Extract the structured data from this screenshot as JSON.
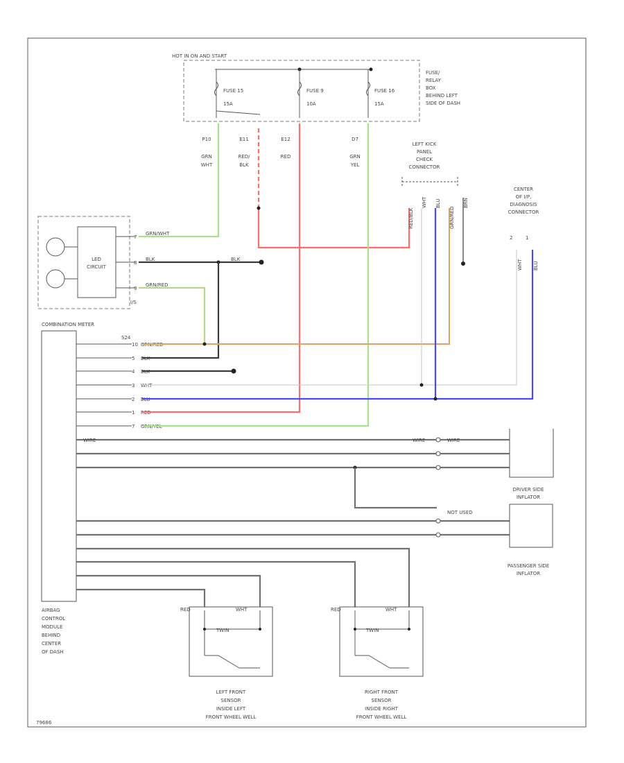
{
  "hot": "HOT IN ON AND START",
  "relay_box": [
    "FUSE/",
    "RELAY",
    "BOX",
    "BEHIND LEFT",
    "SIDE OF DASH"
  ],
  "fuses": [
    {
      "name": "FUSE 15",
      "rating": "15A"
    },
    {
      "name": "FUSE 9",
      "rating": "10A"
    },
    {
      "name": "FUSE 16",
      "rating": "15A"
    }
  ],
  "fuse_wires": [
    {
      "terminal": "P10",
      "color": [
        "GRN",
        "WHT"
      ]
    },
    {
      "terminal": "E11",
      "color": [
        "RED/",
        "BLK"
      ]
    },
    {
      "terminal": "E12",
      "color": [
        "RED"
      ]
    },
    {
      "terminal": "D7",
      "color": [
        "GRN",
        "YEL"
      ]
    }
  ],
  "check_connector": [
    "LEFT KICK",
    "PANEL",
    "CHECK",
    "CONNECTOR"
  ],
  "diag_connector": [
    "CENTER",
    "OF I/P,",
    "DIAGNOSIS",
    "CONNECTOR"
  ],
  "diag_pins": [
    "2",
    "1"
  ],
  "diag_wires": [
    "WHT",
    "BLU"
  ],
  "check_wires": [
    "RED/BLK",
    "WHT",
    "BLU",
    "GRN/RED",
    "BRN"
  ],
  "led": {
    "label": [
      "LED",
      "CIRCUIT"
    ],
    "pins": [
      "7",
      "8",
      "9"
    ],
    "wires": [
      "GRN/WHT",
      "BLK",
      "GRN/RED"
    ],
    "note": "I/S"
  },
  "ground_label": "BLK",
  "combination_meter": "COMBINATION METER",
  "s_label": "S24",
  "meter_rows": [
    {
      "pin": "10",
      "color": "GRN/RED"
    },
    {
      "pin": "5",
      "color": "BLK"
    },
    {
      "pin": "4",
      "color": "BLK"
    },
    {
      "pin": "3",
      "color": "WHT"
    },
    {
      "pin": "2",
      "color": "BLU"
    },
    {
      "pin": "1",
      "color": "RED"
    },
    {
      "pin": "7",
      "color": "GRN/YEL"
    }
  ],
  "wire_short": "WIRE",
  "not_used": "NOT USED",
  "driver_inflator": [
    "DRIVER SIDE",
    "INFLATOR"
  ],
  "passenger_inflator": [
    "PASSENGER SIDE",
    "INFLATOR"
  ],
  "module": [
    "AIRBAG",
    "CONTROL",
    "MODULE",
    "BEHIND",
    "CENTER",
    "OF DASH"
  ],
  "sensor_inner": "TWIN",
  "sensor_pins": [
    "RED",
    "WHT"
  ],
  "left_sensor": [
    "LEFT FRONT",
    "SENSOR",
    "INSIDE LEFT",
    "FRONT WHEEL WELL"
  ],
  "right_sensor": [
    "RIGHT FRONT",
    "SENSOR",
    "INSIDE RIGHT",
    "FRONT WHEEL WELL"
  ],
  "diagram_id": "79686",
  "colors": {
    "green": "#a8e08a",
    "red": "#ff6d6d",
    "blue": "#4747ff",
    "tan": "#d8a86a",
    "black": "#3a3a3a",
    "gray": "#707070",
    "light": "#cfcfcf"
  }
}
